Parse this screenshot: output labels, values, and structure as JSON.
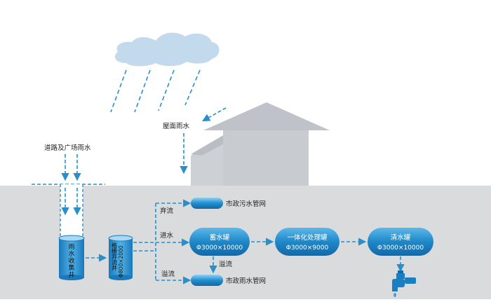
{
  "labels": {
    "roof_rain": "屋面雨水",
    "road_rain": "道路及广场雨水",
    "abandon_flow": "弃流",
    "inflow": "进水",
    "overflow_left": "溢流",
    "overflow_mid": "溢流",
    "sewage_network": "市政污水管网",
    "rain_network": "市政雨水管网"
  },
  "well": {
    "chars": [
      "雨",
      "水",
      "收",
      "集",
      "井"
    ]
  },
  "filter_well": {
    "col1": "格栅弃流井",
    "col2": "Φ800×2000"
  },
  "tanks": {
    "storage": {
      "name": "蓄水罐",
      "spec": "Φ3000×10000"
    },
    "treatment": {
      "name": "一体化处理罐",
      "spec": "Φ3000×9000"
    },
    "clear": {
      "name": "清水罐",
      "spec": "Φ3000×10000"
    }
  },
  "colors": {
    "accent": "#1c8fcf",
    "dash": "#2a8fc8",
    "ground": "#dadbdc",
    "house": "#c8ccd1",
    "cloud": "#c3d9ec"
  }
}
